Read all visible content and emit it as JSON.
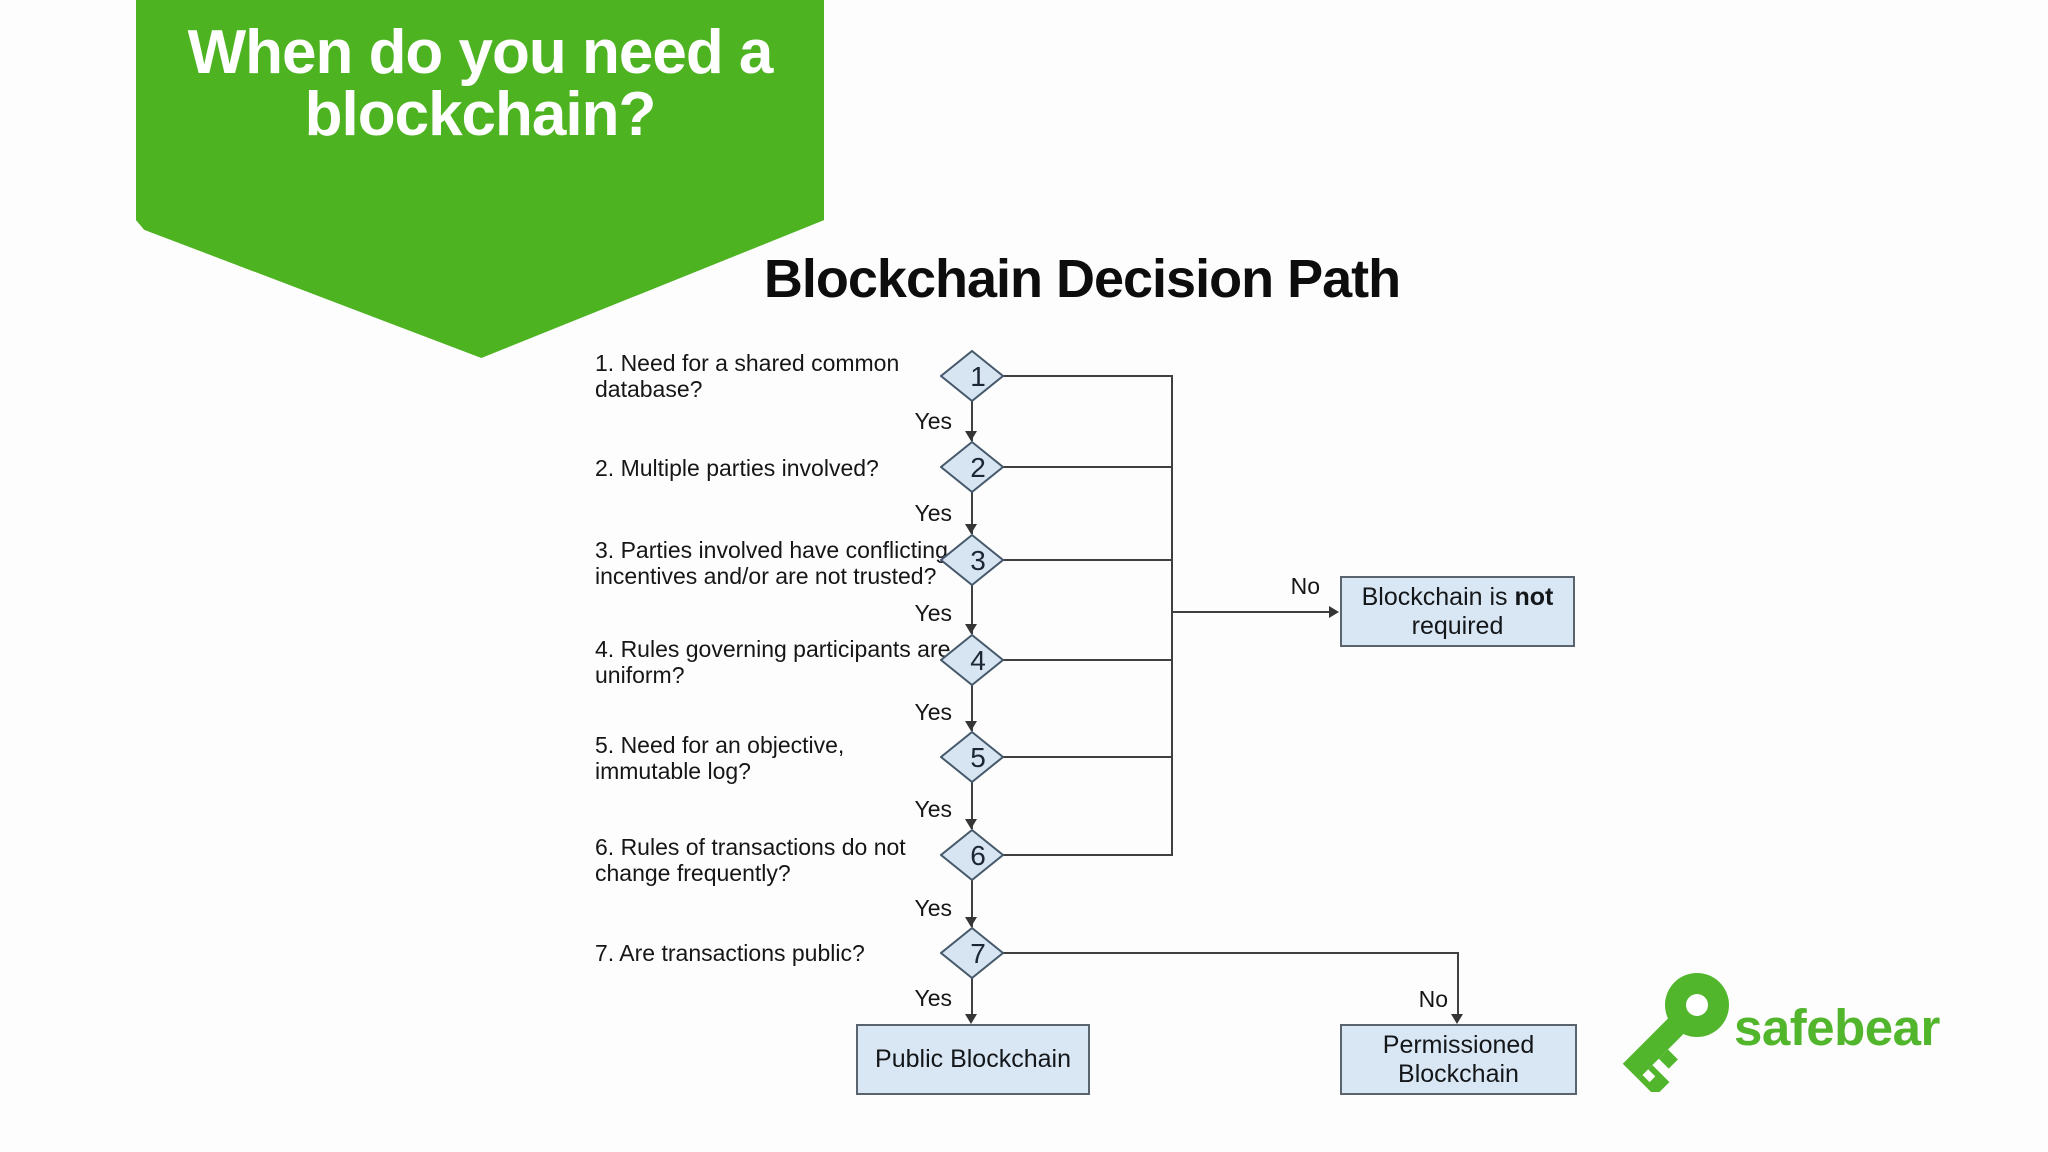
{
  "slide": {
    "banner": {
      "line1": "When do you need a",
      "line2": "blockchain?"
    },
    "title": "Blockchain Decision Path",
    "labels": {
      "yes": "Yes",
      "no": "No"
    },
    "questions": [
      {
        "lines": [
          "1. Need for a shared common",
          "database?"
        ]
      },
      {
        "lines": [
          "2. Multiple parties involved?"
        ]
      },
      {
        "lines": [
          "3. Parties involved have conflicting",
          "incentives and/or are not trusted?"
        ]
      },
      {
        "lines": [
          "4. Rules governing participants are",
          "uniform?"
        ]
      },
      {
        "lines": [
          "5. Need for an objective,",
          "immutable log?"
        ]
      },
      {
        "lines": [
          "6. Rules of transactions do not",
          "change frequently?"
        ]
      },
      {
        "lines": [
          "7. Are transactions public?"
        ]
      }
    ],
    "diamonds": [
      "1",
      "2",
      "3",
      "4",
      "5",
      "6",
      "7"
    ],
    "outcomes": {
      "not_required": {
        "pre": "Blockchain is ",
        "bold": "not",
        "line2": "required"
      },
      "public": "Public Blockchain",
      "permissioned": {
        "lines": [
          "Permissioned",
          "Blockchain"
        ]
      }
    },
    "logo": {
      "text": "safebear",
      "icon": "key-icon"
    },
    "colors": {
      "banner_green": "#4db321",
      "logo_green": "#52b62d",
      "node_fill": "#d7e5f2",
      "node_border": "#46596b",
      "box_fill": "#d9e7f5",
      "box_border": "#59646e",
      "line_color": "#404040",
      "text_color": "#161616"
    }
  }
}
